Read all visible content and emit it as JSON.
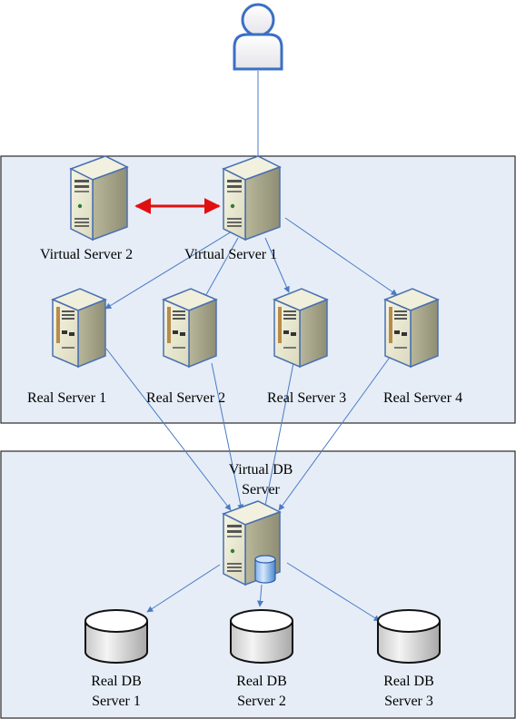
{
  "user": {
    "icon": "user-icon"
  },
  "top_group": {
    "virtual_server_2": "Virtual Server 2",
    "virtual_server_1": "Virtual Server 1",
    "real_servers": [
      "Real Server 1",
      "Real Server 2",
      "Real Server 3",
      "Real Server 4"
    ]
  },
  "bottom_group": {
    "virtual_db_line1": "Virtual DB",
    "virtual_db_line2": "Server",
    "real_db": [
      {
        "line1": "Real DB",
        "line2": "Server 1"
      },
      {
        "line1": "Real DB",
        "line2": "Server 2"
      },
      {
        "line1": "Real DB",
        "line2": "Server 3"
      }
    ]
  },
  "colors": {
    "panel_fill": "#e6edf7",
    "panel_border": "#2a2a2a",
    "connector": "#4a7bc4",
    "failover_arrow": "#e01010",
    "server_body": "#ecebd0",
    "db_disk": "#d8d8d8"
  }
}
